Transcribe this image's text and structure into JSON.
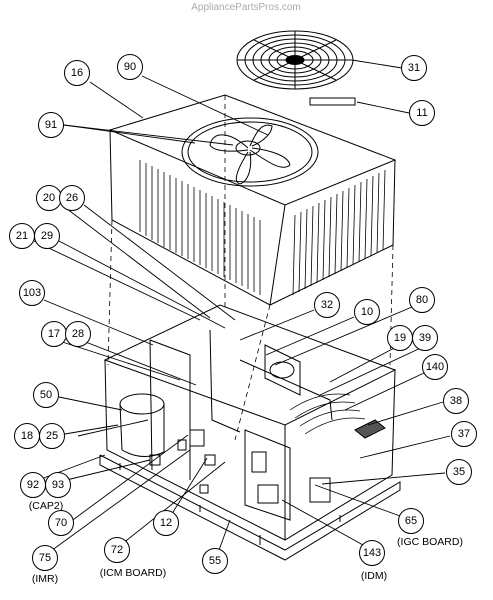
{
  "watermark": "AppliancePartsPros.com",
  "callouts": [
    {
      "id": "c31",
      "label": "31"
    },
    {
      "id": "c11",
      "label": "11"
    },
    {
      "id": "c16",
      "label": "16"
    },
    {
      "id": "c90",
      "label": "90"
    },
    {
      "id": "c91",
      "label": "91"
    },
    {
      "id": "c20",
      "label": "20"
    },
    {
      "id": "c26",
      "label": "26"
    },
    {
      "id": "c21",
      "label": "21"
    },
    {
      "id": "c29",
      "label": "29"
    },
    {
      "id": "c103",
      "label": "103"
    },
    {
      "id": "c32",
      "label": "32"
    },
    {
      "id": "c10",
      "label": "10"
    },
    {
      "id": "c80",
      "label": "80"
    },
    {
      "id": "c17",
      "label": "17"
    },
    {
      "id": "c28",
      "label": "28"
    },
    {
      "id": "c19",
      "label": "19"
    },
    {
      "id": "c39",
      "label": "39"
    },
    {
      "id": "c140",
      "label": "140"
    },
    {
      "id": "c50",
      "label": "50"
    },
    {
      "id": "c38",
      "label": "38"
    },
    {
      "id": "c18",
      "label": "18"
    },
    {
      "id": "c25",
      "label": "25"
    },
    {
      "id": "c37",
      "label": "37"
    },
    {
      "id": "c35",
      "label": "35"
    },
    {
      "id": "c92",
      "label": "92"
    },
    {
      "id": "c93",
      "label": "93"
    },
    {
      "id": "c70",
      "label": "70"
    },
    {
      "id": "c65",
      "label": "65"
    },
    {
      "id": "c12",
      "label": "12"
    },
    {
      "id": "c75",
      "label": "75"
    },
    {
      "id": "c72",
      "label": "72"
    },
    {
      "id": "c55",
      "label": "55"
    },
    {
      "id": "c143",
      "label": "143"
    }
  ],
  "sublabels": [
    {
      "id": "cap2",
      "text": "(CAP2)"
    },
    {
      "id": "imr",
      "text": "(IMR)"
    },
    {
      "id": "icm",
      "text": "(ICM BOARD)"
    },
    {
      "id": "igc",
      "text": "(IGC BOARD)"
    },
    {
      "id": "idm",
      "text": "(IDM)"
    }
  ]
}
